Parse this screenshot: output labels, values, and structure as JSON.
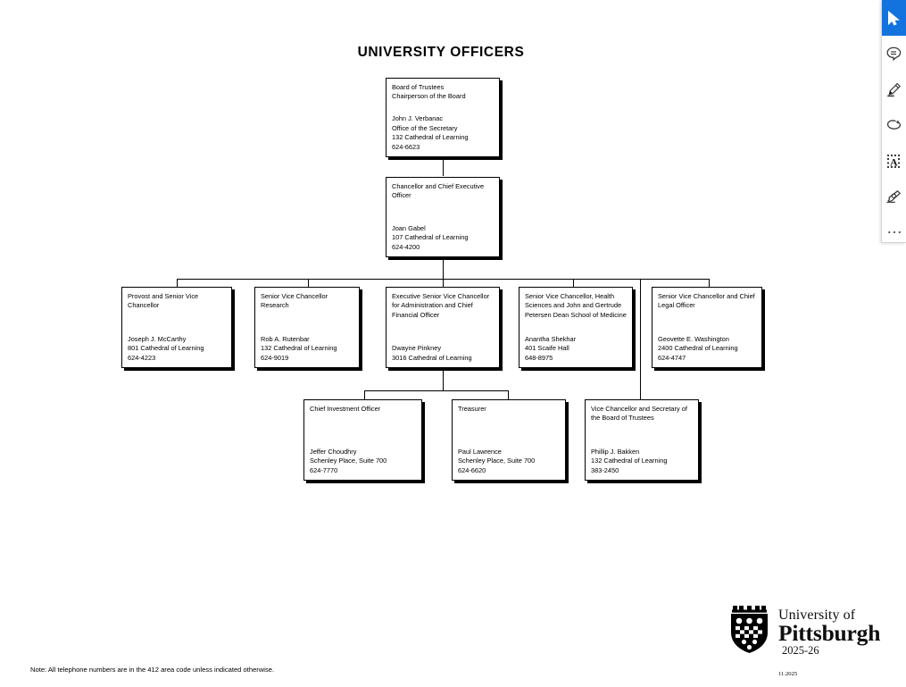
{
  "document": {
    "title": "UNIVERSITY OFFICERS",
    "footer_note": "Note: All telephone numbers are in the 412 area code unless indicated otherwise.",
    "revision_date": "11.2025"
  },
  "logo": {
    "line1": "University of",
    "line2": "Pittsburgh",
    "year": "2025-26",
    "shield_name": "pitt-shield-icon"
  },
  "chart": {
    "type": "org-chart",
    "levels": [
      {
        "level": 1,
        "nodes": [
          {
            "id": "board-of-trustees",
            "title": "Board of Trustees\nChairperson of the Board",
            "person": "John J. Verbanac\nOffice of the Secretary\n132 Cathedral of Learning\n624-6623",
            "name": "John J. Verbanac",
            "office": "Office of the Secretary",
            "address": "132 Cathedral of Learning",
            "phone": "624-6623"
          }
        ]
      },
      {
        "level": 2,
        "nodes": [
          {
            "id": "chancellor",
            "title": "Chancellor and Chief Executive Officer",
            "person": "Joan Gabel\n107 Cathedral of Learning\n624-4200",
            "name": "Joan Gabel",
            "address": "107 Cathedral of Learning",
            "phone": "624-4200"
          }
        ]
      },
      {
        "level": 3,
        "nodes": [
          {
            "id": "provost",
            "title": "Provost and Senior Vice Chancellor",
            "person": "Joseph J. McCarthy\n801 Cathedral of Learning\n624-4223",
            "name": "Joseph J. McCarthy",
            "address": "801 Cathedral of Learning",
            "phone": "624-4223"
          },
          {
            "id": "svc-research",
            "title": "Senior Vice Chancellor Research",
            "person": "Rob A. Rutenbar\n132 Cathedral of Learning\n624-9019",
            "name": "Rob A. Rutenbar",
            "address": "132 Cathedral of Learning",
            "phone": "624-9019"
          },
          {
            "id": "esvc-administration-cfo",
            "title": "Executive Senior Vice Chancellor for Administration and Chief Financial Officer",
            "person": "Dwayne Pinkney\n3016 Cathedral of Learning",
            "name": "Dwayne Pinkney",
            "address": "3016 Cathedral of Learning",
            "phone": ""
          },
          {
            "id": "svc-health-sciences",
            "title": "Senior Vice Chancellor, Health Sciences and John and Gertrude Petersen Dean School of Medicine",
            "person": "Anantha Shekhar\n401 Scaife Hall\n648-8975",
            "name": "Anantha Shekhar",
            "address": "401 Scaife Hall",
            "phone": "648-8975"
          },
          {
            "id": "svc-chief-legal-officer",
            "title": "Senior Vice Chancellor and Chief Legal Officer",
            "person": "Geovette E. Washington\n2400 Cathedral of Learning\n624-4747",
            "name": "Geovette E. Washington",
            "address": "2400 Cathedral of Learning",
            "phone": "624-4747"
          }
        ]
      },
      {
        "level": 4,
        "nodes": [
          {
            "id": "chief-investment-officer",
            "title": "Chief Investment Officer",
            "person": "Jeffer Choudhry\nSchenley Place, Suite 700\n624-7770",
            "name": "Jeffer Choudhry",
            "address": "Schenley Place, Suite 700",
            "phone": "624-7770"
          },
          {
            "id": "treasurer",
            "title": "Treasurer",
            "person": "Paul Lawrence\nSchenley Place, Suite 700\n624-6620",
            "name": "Paul Lawrence",
            "address": "Schenley Place, Suite 700",
            "phone": "624-6620"
          },
          {
            "id": "vc-secretary-board",
            "title": "Vice Chancellor and Secretary of the Board of Trustees",
            "person": "Phillip J. Bakken\n132 Cathedral of Learning\n383-2450",
            "name": "Phillip J. Bakken",
            "address": "132 Cathedral of Learning",
            "phone": "383-2450"
          }
        ]
      }
    ]
  },
  "toolbar": {
    "active_tool": "select",
    "accent_color": "#1273de",
    "tools": [
      {
        "id": "select",
        "icon": "cursor-arrow-icon",
        "label": "Select",
        "active": true
      },
      {
        "id": "comment",
        "icon": "comment-icon",
        "label": "Add comment",
        "active": false
      },
      {
        "id": "highlight",
        "icon": "highlighter-icon",
        "label": "Highlight",
        "active": false
      },
      {
        "id": "draw",
        "icon": "lasso-draw-icon",
        "label": "Draw",
        "active": false
      },
      {
        "id": "text",
        "icon": "text-box-icon",
        "label": "Add text",
        "active": false
      },
      {
        "id": "signature",
        "icon": "signature-pen-icon",
        "label": "Sign",
        "active": false
      },
      {
        "id": "more",
        "icon": "more-dots-icon",
        "label": "More tools",
        "active": false
      }
    ]
  }
}
